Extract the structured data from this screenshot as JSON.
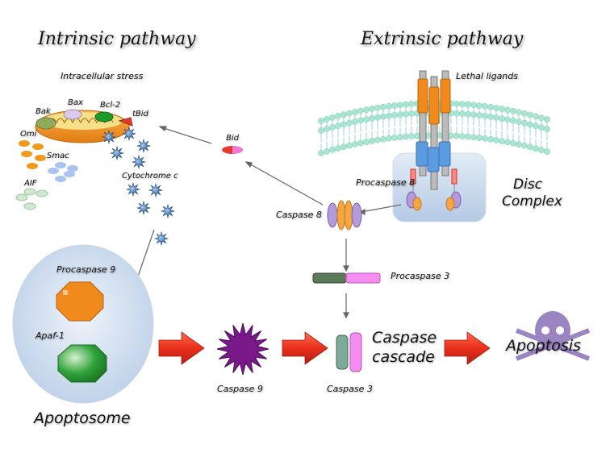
{
  "titles": {
    "intrinsic": "Intrinsic pathway",
    "extrinsic": "Extrinsic pathway"
  },
  "labels": {
    "intracellular_stress": "Intracellular stress",
    "bak": "Bak",
    "bax": "Bax",
    "bcl2": "Bcl-2",
    "tbid": "tBid",
    "omi": "Omi",
    "smac": "Smac",
    "aif": "AIF",
    "cytochrome_c": "Cytochrome c",
    "bid": "Bid",
    "lethal_ligands": "Lethal ligands",
    "procaspase8": "Procaspase 8",
    "disc_complex_line1": "Disc",
    "disc_complex_line2": "Complex",
    "caspase8": "Caspase 8",
    "procaspase3": "Procaspase 3",
    "procaspase9": "Procaspase 9",
    "apaf1": "Apaf-1",
    "apoptosome": "Apoptosome",
    "caspase9": "Caspase 9",
    "caspase3": "Caspase 3",
    "caspase_cascade_line1": "Caspase",
    "caspase_cascade_line2": "cascade",
    "apoptosis": "Apoptosis"
  },
  "colors": {
    "arrow_red": "#e8301c",
    "membrane_head": "#a8e6d2",
    "orange": "#f08a1c",
    "purple": "#7a1a8a",
    "blue_star": "#3b6fa8",
    "apoptosome_fill": "#c9d9ec",
    "disc_fill": "#c3d5ea"
  }
}
